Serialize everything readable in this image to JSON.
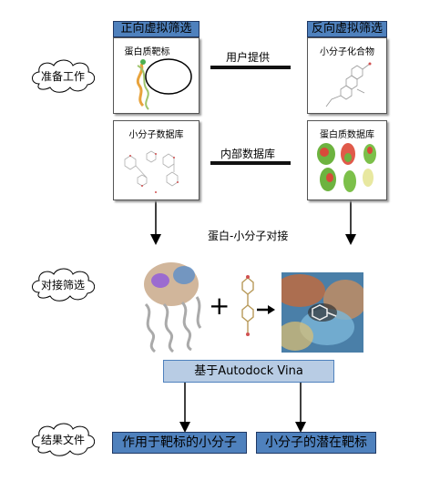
{
  "forward": {
    "title": "正向虚拟筛选",
    "target_panel_label": "蛋白质靶标",
    "library_panel_label": "小分子数据库"
  },
  "reverse": {
    "title": "反向虚拟筛选",
    "molecule_panel_label": "小分子化合物",
    "library_panel_label": "蛋白质数据库"
  },
  "edges": {
    "user_provided": "用户提供",
    "internal_db": "内部数据库",
    "docking": "蛋白-小分子对接"
  },
  "stages": {
    "prep": "准备工作",
    "docking": "对接筛选",
    "results": "结果文件"
  },
  "method_box": "基于Autodock Vina",
  "results": {
    "forward_result": "作用于靶标的小分子",
    "reverse_result": "小分子的潜在靶标"
  },
  "colors": {
    "box_fill": "#4f81bd",
    "method_fill": "#b8cce4"
  }
}
